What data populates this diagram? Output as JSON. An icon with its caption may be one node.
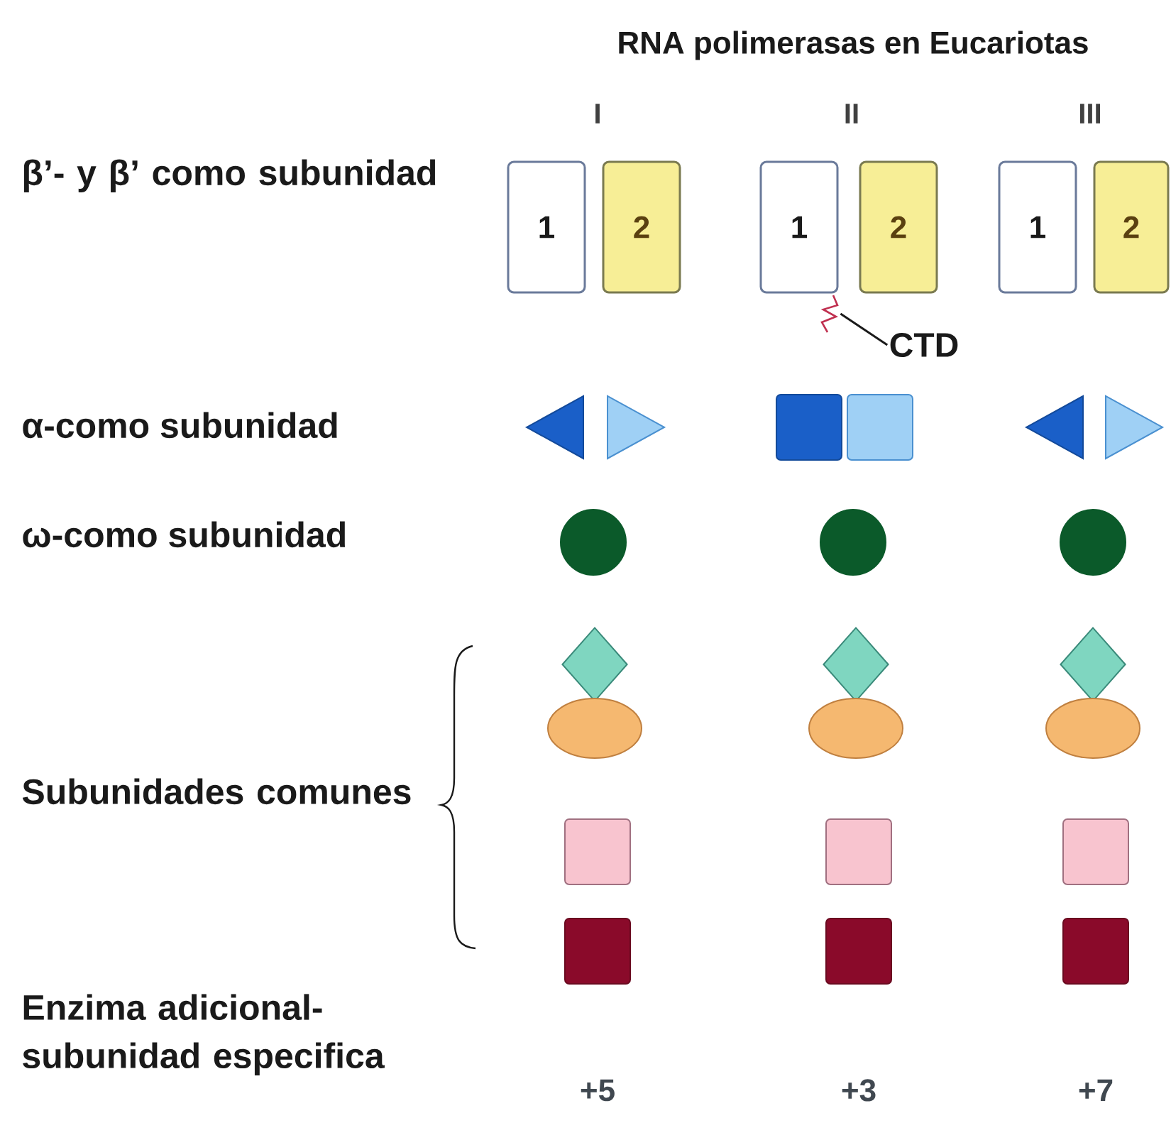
{
  "diagram": {
    "title": "RNA polimerasas en Eucariotas",
    "nodes": [
      {
        "text": [
          "1"
        ]
      },
      {
        "text": [
          "2"
        ]
      },
      {
        "text": [
          "1"
        ]
      },
      {
        "text": [
          "2"
        ]
      },
      {
        "text": [
          "1"
        ]
      },
      {
        "text": [
          "2"
        ]
      },
      {
        "text": [],
        "shape": "picture"
      },
      {
        "text": [
          "CTD"
        ]
      },
      {
        "text": [],
        "shape": "triangle"
      },
      {
        "text": [],
        "shape": "triangle"
      },
      {
        "text": [],
        "shape": "box"
      },
      {
        "text": [],
        "shape": "box"
      },
      {
        "text": [],
        "shape": "triangle"
      },
      {
        "text": [],
        "shape": "triangle"
      },
      {
        "text": [],
        "shape": "circle"
      },
      {
        "text": [],
        "shape": "circle"
      },
      {
        "text": [],
        "shape": "circle"
      },
      {
        "text": [],
        "shape": "diamond"
      },
      {
        "text": [],
        "shape": "diamond"
      },
      {
        "text": [],
        "shape": "diamond"
      },
      {
        "text": [],
        "shape": "ellipse"
      },
      {
        "text": [],
        "shape": "ellipse"
      },
      {
        "text": [],
        "shape": "ellipse"
      },
      {
        "text": [],
        "shape": "box"
      },
      {
        "text": [],
        "shape": "box"
      },
      {
        "text": [],
        "shape": "box"
      },
      {
        "text": [],
        "shape": "box"
      },
      {
        "text": [],
        "shape": "box"
      },
      {
        "text": [],
        "shape": "box"
      }
    ],
    "edges": [
      {
        "from": 7,
        "to": 6,
        "arrow": "none"
      }
    ],
    "labels": [
      "I",
      "II",
      "III",
      "β’- y β’ como subunidad",
      "α-como subunidad",
      "ω-como subunidad",
      "Subunidades comunes",
      "Enzima adicional- subunidad especifica",
      "+5",
      "+3",
      "+7"
    ]
  }
}
